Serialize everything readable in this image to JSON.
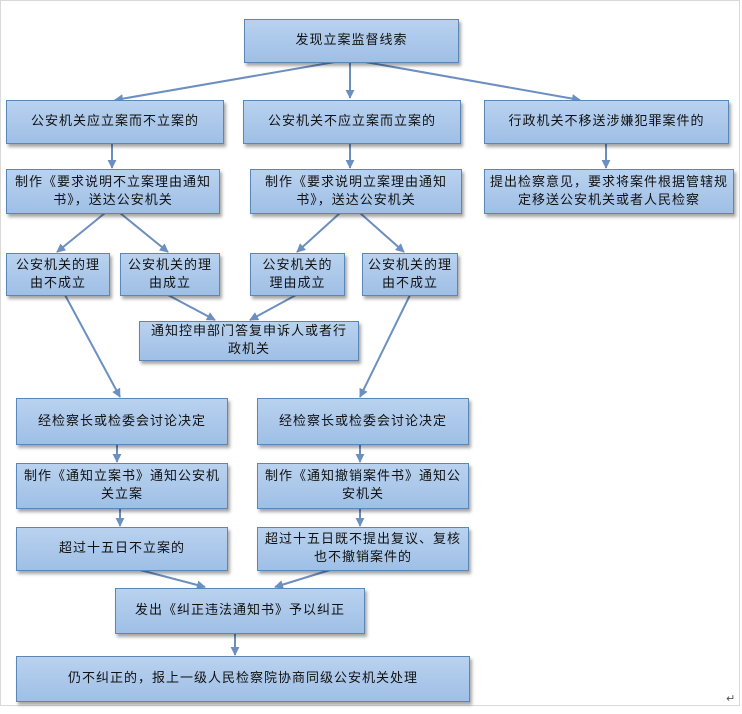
{
  "colors": {
    "box_fill": "#a9c7ea",
    "box_border": "#5b86b8",
    "connector": "#6d8fbf"
  },
  "nodes": {
    "discover": "发现立案监督线索",
    "should_file_but_not": "公安机关应立案而不立案的",
    "should_not_file_but_did": "公安机关不应立案而立案的",
    "admin_not_transfer": "行政机关不移送涉嫌犯罪案件的",
    "demand_explain_not_filing": "制作《要求说明不立案理由通知书》，送达公安机关",
    "demand_explain_filing": "制作《要求说明立案理由通知书》，送达公安机关",
    "suggest_transfer": "提出检察意见，要求将案件根据管辖规定移送公安机关或者人民检察",
    "left_reason_invalid": "公安机关的理由不成立",
    "left_reason_valid": "公安机关的理由成立",
    "right_reason_valid": "公安机关的理由成立",
    "right_reason_invalid": "公安机关的理由不成立",
    "notify_complaint_dept": "通知控申部门答复申诉人或者行政机关",
    "left_decision": "经检察长或检委会讨论决定",
    "right_decision": "经检察长或检委会讨论决定",
    "notice_to_file": "制作《通知立案书》通知公安机关立案",
    "notice_to_cancel": "制作《通知撤销案件书》通知公安机关",
    "overdue_not_filed": "超过十五日不立案的",
    "overdue_not_cancelled": "超过十五日既不提出复议、复核也不撤销案件的",
    "correction_notice": "发出《纠正违法通知书》予以纠正",
    "escalate": "仍不纠正的，报上一级人民检察院协商同级公安机关处理"
  },
  "paragraph_mark": "↵"
}
